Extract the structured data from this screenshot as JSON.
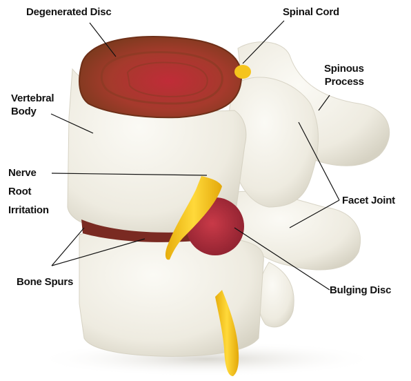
{
  "labels": {
    "degenerated_disc": "Degenerated Disc",
    "spinal_cord": "Spinal Cord",
    "spinous_process": [
      "Spinous",
      "Process"
    ],
    "vertebral_body": [
      "Vertebral",
      "Body"
    ],
    "nerve_root_irritation": [
      "Nerve",
      "Root",
      "Irritation"
    ],
    "facet_joint": "Facet Joint",
    "bone_spurs": "Bone Spurs",
    "bulging_disc": "Bulging Disc"
  },
  "colors": {
    "bone": "#f4f2ea",
    "bone_shadow": "#d9d6c9",
    "disc_outer": "#8a3a1f",
    "disc_inner": "#c0343c",
    "nerve": "#f2c21b",
    "leader_line": "#111111"
  }
}
